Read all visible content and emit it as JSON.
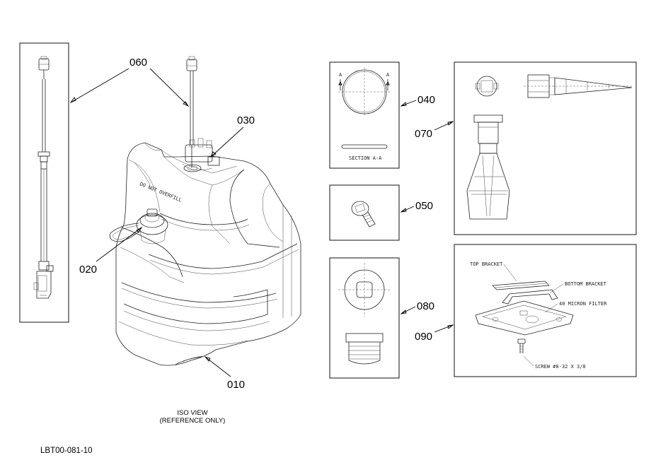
{
  "callouts": {
    "c010": "010",
    "c020": "020",
    "c030": "030",
    "c040": "040",
    "c050": "050",
    "c060": "060",
    "c070": "070",
    "c080": "080",
    "c090": "090"
  },
  "tank": {
    "warning_text": "DO NOT OVERFILL"
  },
  "detail_040": {
    "section_mark_left": "A",
    "section_mark_right": "A",
    "section_label": "SECTION A-A"
  },
  "detail_090": {
    "top_bracket": "TOP BRACKET",
    "bottom_bracket": "BOTTOM BRACKET",
    "filter": "40 MICRON FILTER",
    "screw": "SCREW #8-32 X 3/8"
  },
  "caption": {
    "line1": "ISO VIEW",
    "line2": "(REFERENCE ONLY)"
  },
  "doc_id": "LBT00-081-10"
}
